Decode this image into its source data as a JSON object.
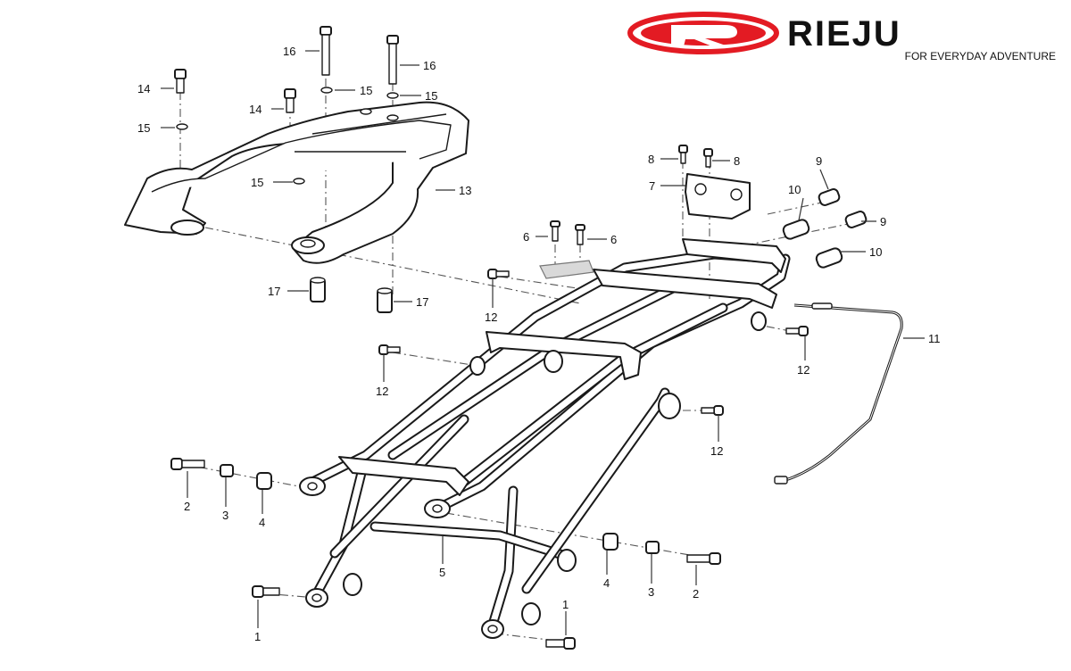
{
  "brand": {
    "name": "RIEJU",
    "tagline": "FOR EVERYDAY ADVENTURE",
    "logo_color": "#e31b23"
  },
  "labels": [
    {
      "id": "l1a",
      "text": "1"
    },
    {
      "id": "l1b",
      "text": "1"
    },
    {
      "id": "l2a",
      "text": "2"
    },
    {
      "id": "l2b",
      "text": "2"
    },
    {
      "id": "l3a",
      "text": "3"
    },
    {
      "id": "l3b",
      "text": "3"
    },
    {
      "id": "l4a",
      "text": "4"
    },
    {
      "id": "l4b",
      "text": "4"
    },
    {
      "id": "l5",
      "text": "5"
    },
    {
      "id": "l6a",
      "text": "6"
    },
    {
      "id": "l6b",
      "text": "6"
    },
    {
      "id": "l7",
      "text": "7"
    },
    {
      "id": "l8a",
      "text": "8"
    },
    {
      "id": "l8b",
      "text": "8"
    },
    {
      "id": "l9a",
      "text": "9"
    },
    {
      "id": "l9b",
      "text": "9"
    },
    {
      "id": "l10a",
      "text": "10"
    },
    {
      "id": "l10b",
      "text": "10"
    },
    {
      "id": "l11",
      "text": "11"
    },
    {
      "id": "l12a",
      "text": "12"
    },
    {
      "id": "l12b",
      "text": "12"
    },
    {
      "id": "l12c",
      "text": "12"
    },
    {
      "id": "l12d",
      "text": "12"
    },
    {
      "id": "l13",
      "text": "13"
    },
    {
      "id": "l14a",
      "text": "14"
    },
    {
      "id": "l14b",
      "text": "14"
    },
    {
      "id": "l15a",
      "text": "15"
    },
    {
      "id": "l15b",
      "text": "15"
    },
    {
      "id": "l15c",
      "text": "15"
    },
    {
      "id": "l15d",
      "text": "15"
    },
    {
      "id": "l16a",
      "text": "16"
    },
    {
      "id": "l16b",
      "text": "16"
    },
    {
      "id": "l17a",
      "text": "17"
    },
    {
      "id": "l17b",
      "text": "17"
    }
  ]
}
